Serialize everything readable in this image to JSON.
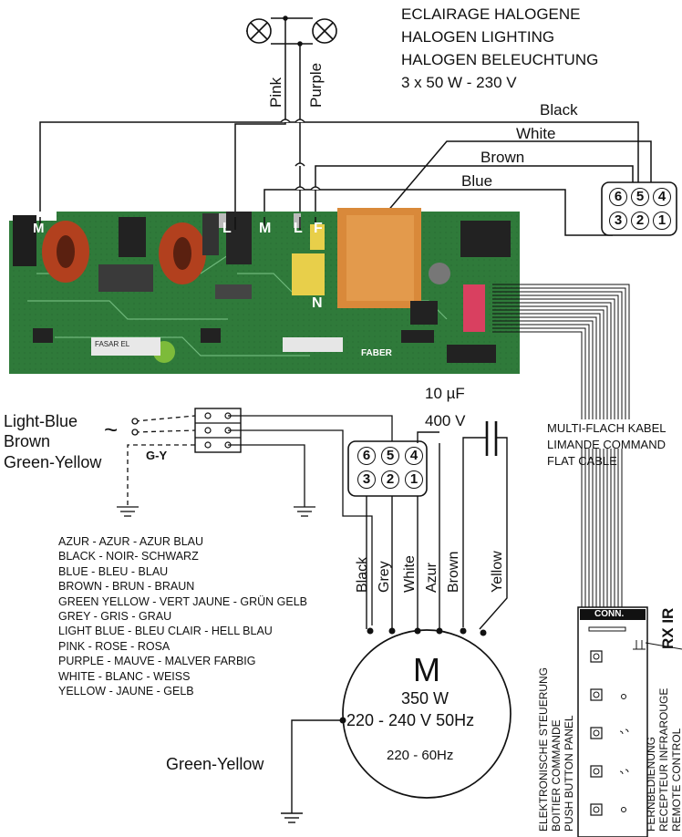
{
  "header": {
    "lines": [
      "ECLAIRAGE HALOGENE",
      "HALOGEN LIGHTING",
      "HALOGEN BELEUCHTUNG",
      "3 x 50 W - 230 V"
    ]
  },
  "lamp_wires": {
    "pink": "Pink",
    "purple": "Purple"
  },
  "top_wires": {
    "black": "Black",
    "white": "White",
    "brown": "Brown",
    "blue": "Blue"
  },
  "pcb": {
    "terminals": {
      "m_left": "M",
      "l_left": "L",
      "m": "M",
      "l": "L",
      "f": "F",
      "n": "N"
    },
    "silk_label": "FASAR EL",
    "silk_logo": "FABER"
  },
  "connector_top": {
    "pins": [
      "6",
      "5",
      "4",
      "3",
      "2",
      "1"
    ]
  },
  "connector_mid": {
    "pins": [
      "6",
      "5",
      "4",
      "3",
      "2",
      "1"
    ]
  },
  "supply": {
    "light_blue": "Light-Blue",
    "brown": "Brown",
    "green_yellow": "Green-Yellow",
    "gy": "G-Y",
    "ac_symbol": "~"
  },
  "capacitor": {
    "value": "10 µF",
    "voltage": "400 V"
  },
  "motor_wires": [
    "Black",
    "Grey",
    "White",
    "Azur",
    "Brown",
    "Yellow"
  ],
  "flat_cable": {
    "lines": [
      "MULTI-FLACH KABEL",
      "LIMANDE COMMAND",
      "FLAT CABLE"
    ]
  },
  "motor": {
    "symbol": "M",
    "power": "350 W",
    "voltage": "220 - 240 V 50Hz",
    "voltage_60": "220 - 60Hz",
    "earth_label": "Green-Yellow"
  },
  "legend": [
    "AZUR - AZUR - AZUR BLAU",
    "BLACK - NOIR- SCHWARZ",
    "BLUE - BLEU - BLAU",
    "BROWN - BRUN - BRAUN",
    "GREEN YELLOW - VERT JAUNE - GRÜN GELB",
    "GREY - GRIS - GRAU",
    "LIGHT BLUE - BLEU CLAIR - HELL BLAU",
    "PINK - ROSE - ROSA",
    "PURPLE - MAUVE - MALVER FARBIG",
    "WHITE - BLANC - WEISS",
    "YELLOW - JAUNE - GELB"
  ],
  "control_panel": {
    "conn": "CONN.",
    "rx_ir": "RX IR",
    "left_lines": [
      "ELEKTRONISCHE STEUERUNG",
      "BOITIER COMMANDE",
      "PUSH BUTTON PANEL"
    ],
    "right_lines": [
      "FERNBEDIENUNG",
      "RECEPTEUR INFRAROUGE",
      "REMOTE CONTROL"
    ]
  },
  "colors": {
    "pcb_green": "#2f7a3a",
    "coil_red": "#b2401e",
    "transformer": "#d9893a",
    "line": "#111111"
  }
}
